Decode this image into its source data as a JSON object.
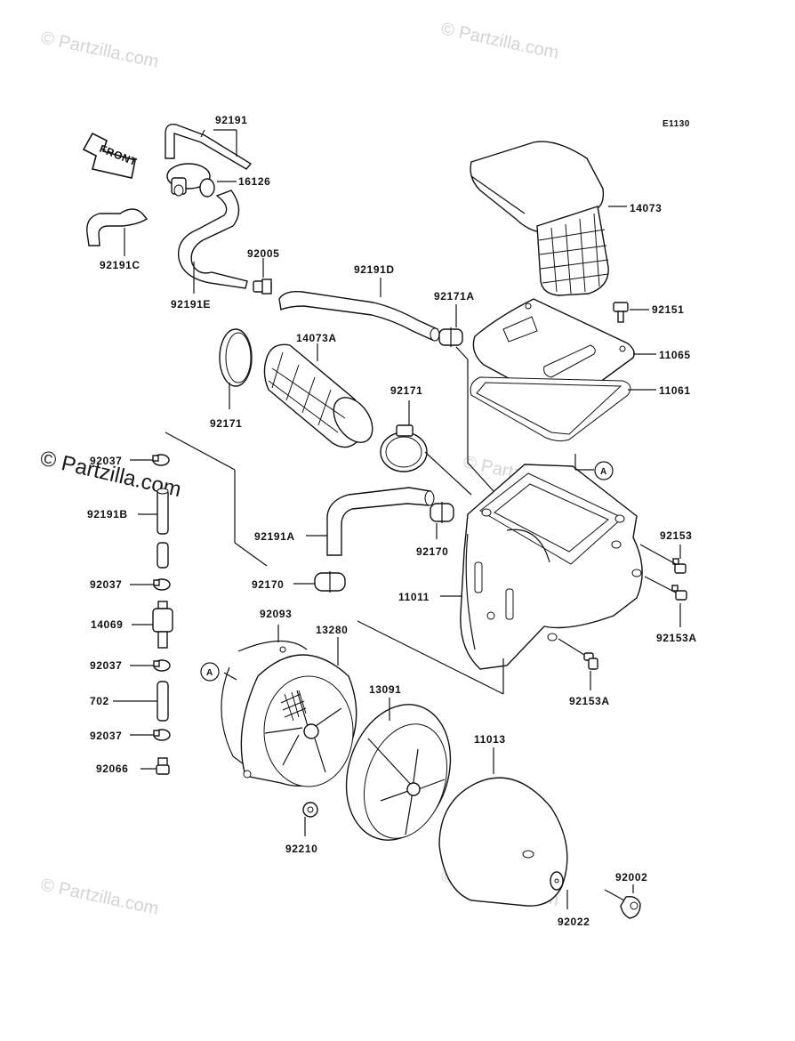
{
  "diagram_code": "E1130",
  "front_arrow": "FRONT",
  "callout_ref": "A",
  "watermarks": {
    "main": "© Partzilla.com",
    "faint": "© Partzilla.com"
  },
  "part_labels": {
    "p92191": "92191",
    "p16126": "16126",
    "p92191C": "92191C",
    "p92191E": "92191E",
    "p92005": "92005",
    "p92191D": "92191D",
    "p92171A": "92171A",
    "p14073": "14073",
    "p92151": "92151",
    "p11065": "11065",
    "p11061": "11061",
    "p14073A": "14073A",
    "p92171_band": "92171",
    "p92171_clamp": "92171",
    "p92037_1": "92037",
    "p92191B": "92191B",
    "p92037_2": "92037",
    "p14069": "14069",
    "p92037_3": "92037",
    "p702": "702",
    "p92037_4": "92037",
    "p92066": "92066",
    "p92191A": "92191A",
    "p92170_1": "92170",
    "p92170_2": "92170",
    "p11011": "11011",
    "p92153": "92153",
    "p92153A_1": "92153A",
    "p92153A_2": "92153A",
    "p92093": "92093",
    "p13280": "13280",
    "p13091": "13091",
    "p11013": "11013",
    "p92210": "92210",
    "p92022": "92022",
    "p92002": "92002"
  }
}
